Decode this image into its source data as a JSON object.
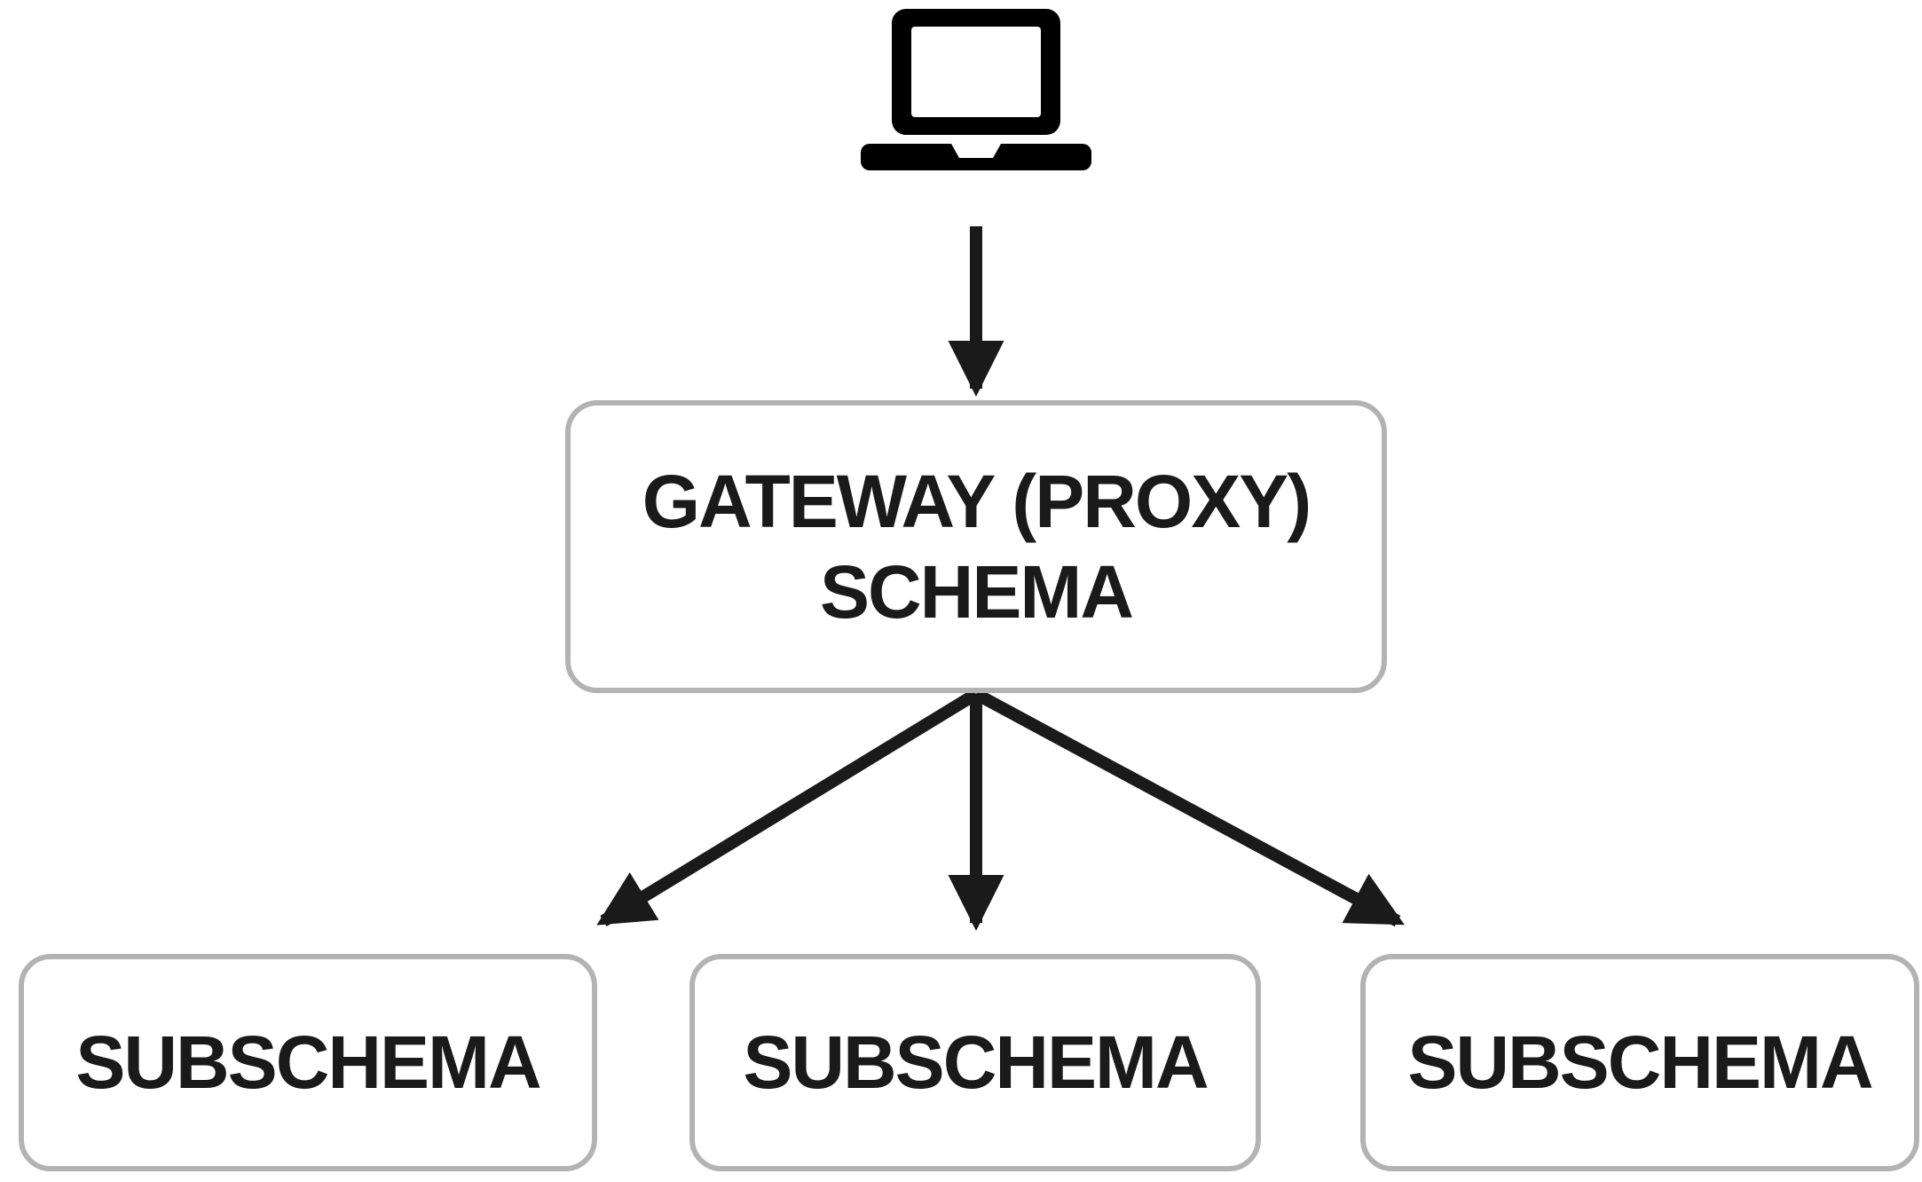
{
  "diagram": {
    "client": {
      "icon": "laptop-icon"
    },
    "gateway": {
      "label_line1": "GATEWAY (PROXY)",
      "label_line2": "SCHEMA"
    },
    "subschemas": [
      {
        "label": "SUBSCHEMA"
      },
      {
        "label": "SUBSCHEMA"
      },
      {
        "label": "SUBSCHEMA"
      }
    ],
    "colors": {
      "box_border": "#b3b3b3",
      "box_fill": "#ffffff",
      "text": "#1a1a1a",
      "arrow": "#1a1a1a",
      "icon": "#000000"
    }
  }
}
